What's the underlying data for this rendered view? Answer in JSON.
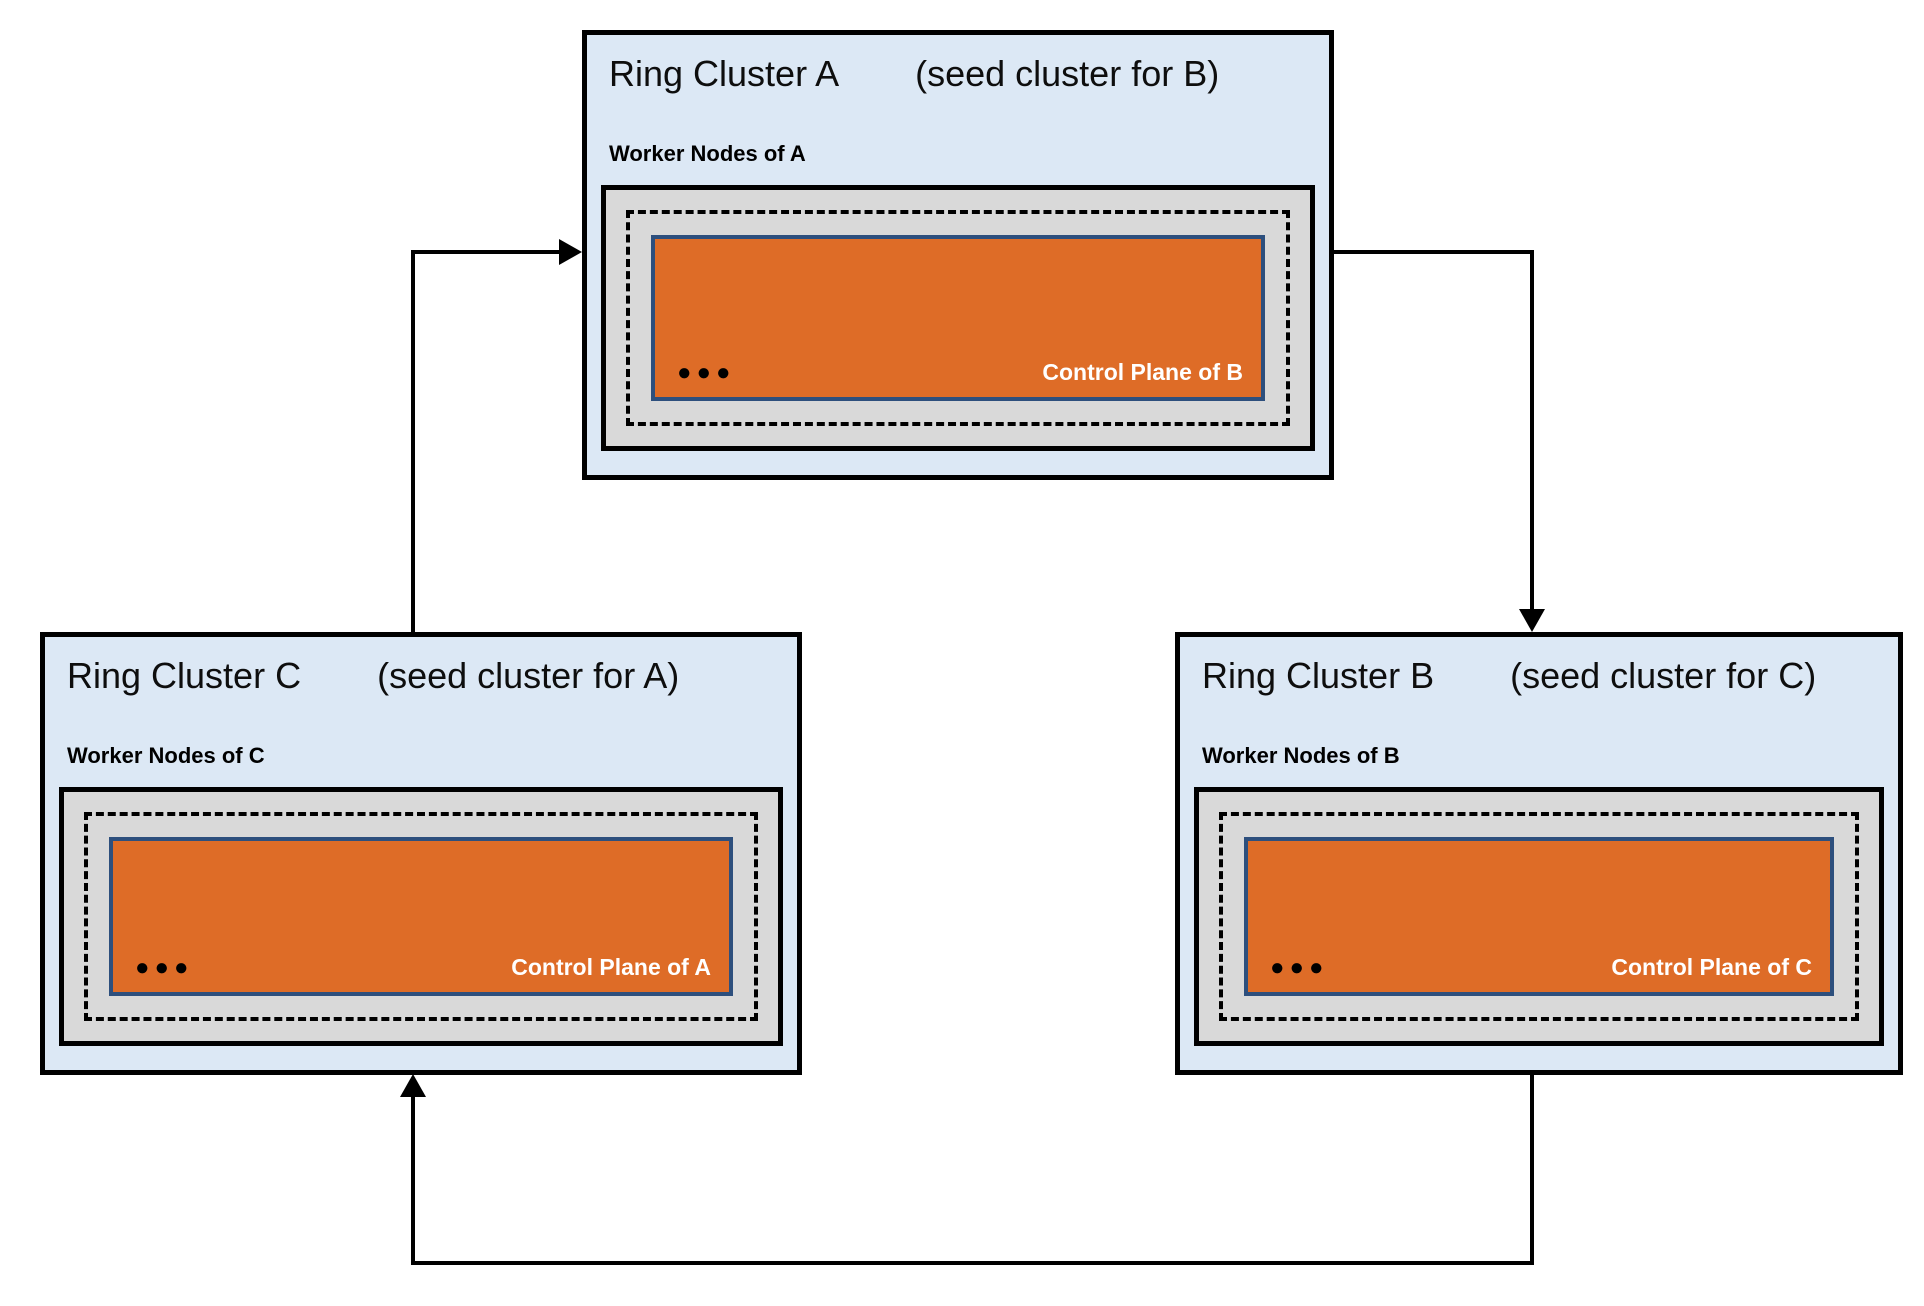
{
  "clusters": [
    {
      "name": "Ring Cluster A",
      "seed_note": "(seed cluster for B)",
      "worker_label": "Worker Nodes of A",
      "control_plane_label": "Control Plane of B",
      "dots": "●●●"
    },
    {
      "name": "Ring Cluster B",
      "seed_note": "(seed cluster for C)",
      "worker_label": "Worker Nodes of B",
      "control_plane_label": "Control Plane of C",
      "dots": "●●●"
    },
    {
      "name": "Ring Cluster C",
      "seed_note": "(seed cluster for A)",
      "worker_label": "Worker Nodes of C",
      "control_plane_label": "Control Plane of A",
      "dots": "●●●"
    }
  ],
  "arrows": [
    {
      "from": "Ring Cluster C",
      "to": "Ring Cluster A"
    },
    {
      "from": "Ring Cluster A",
      "to": "Ring Cluster B"
    },
    {
      "from": "Ring Cluster B",
      "to": "Ring Cluster C"
    }
  ],
  "colors": {
    "cluster_fill": "#dce8f5",
    "cluster_border": "#000000",
    "worker_box_fill": "#d9d9d9",
    "control_plane_fill": "#de6c27",
    "control_plane_border": "#2d4f7d",
    "arrow": "#000000"
  }
}
